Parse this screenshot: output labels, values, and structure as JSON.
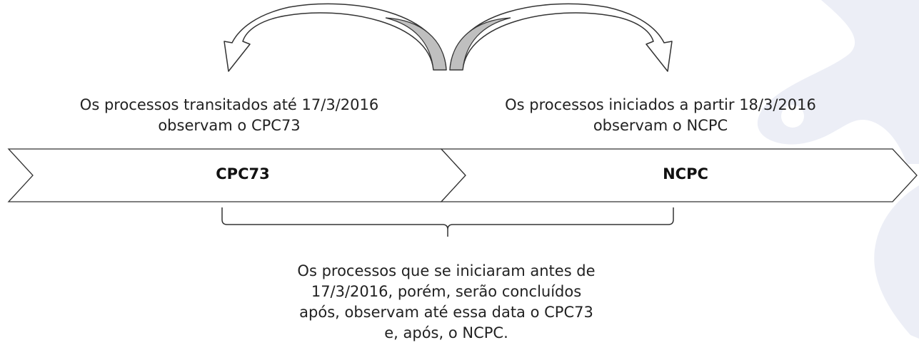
{
  "left_caption": {
    "line1": "Os processos transitados até 17/3/2016",
    "line2": "observam o CPC73"
  },
  "right_caption": {
    "line1": "Os processos iniciados a partir 18/3/2016",
    "line2": "observam o NCPC"
  },
  "timeline": {
    "segment1_label": "CPC73",
    "segment2_label": "NCPC"
  },
  "bottom_caption": {
    "line1": "Os processos que se iniciaram antes de",
    "line2": "17/3/2016, porém, serão concluídos",
    "line3": "após, observam até essa data o CPC73",
    "line4": "e, após, o NCPC."
  },
  "colors": {
    "arrow_fill": "#bfbfbf",
    "stroke": "#333333",
    "watermark": "#eceef6"
  },
  "icons": {
    "left_arrow": "curved-arrow-left-icon",
    "right_arrow": "curved-arrow-right-icon",
    "watermark": "owl-watermark-icon"
  }
}
